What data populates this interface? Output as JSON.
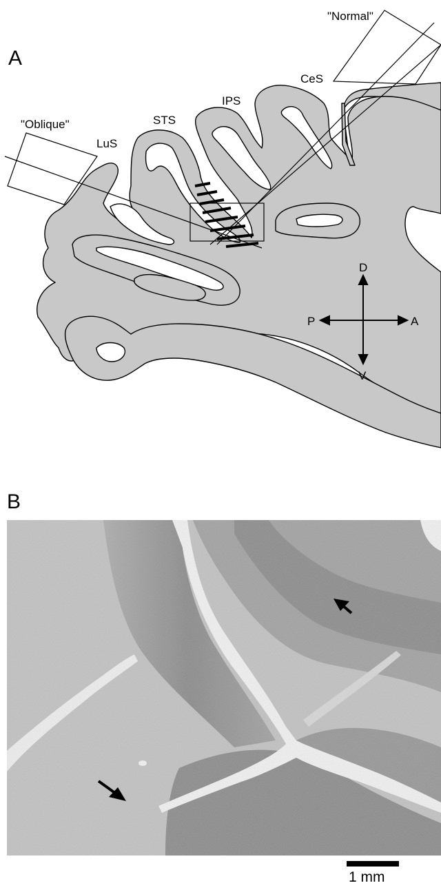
{
  "panels": {
    "a": {
      "letter": "A"
    },
    "b": {
      "letter": "B"
    }
  },
  "sulci": {
    "lus": "LuS",
    "sts": "STS",
    "ips": "IPS",
    "ces": "CeS"
  },
  "planes": {
    "oblique": "\"Oblique\"",
    "normal": "\"Normal\""
  },
  "orientation": {
    "dorsal": "D",
    "ventral": "V",
    "posterior": "P",
    "anterior": "A"
  },
  "scale": {
    "label": "1 mm"
  },
  "colors": {
    "cortex_fill": "#c8c8c8",
    "outline": "#000000",
    "tissue_light": "#c4c4c4",
    "tissue_dark": "#8f8f8f"
  }
}
